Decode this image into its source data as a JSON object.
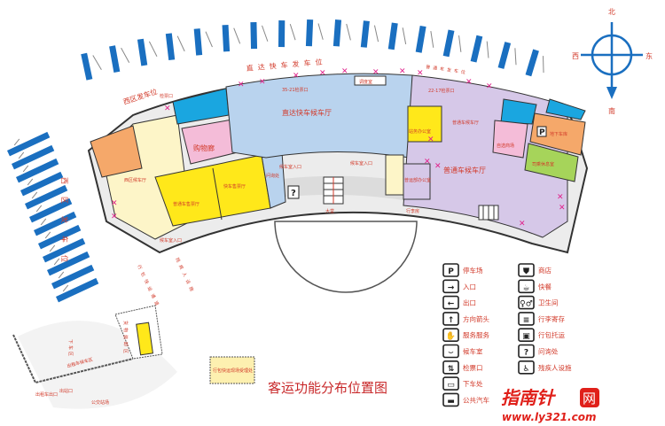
{
  "title": "客运功能分布位置图",
  "compass": {
    "north": "北",
    "south": "南",
    "east": "东",
    "west": "西"
  },
  "areas": {
    "express_hall": "直达快车候车厅",
    "regular_hall": "普通车候车厅",
    "regular_hall_small": "普通车候车厅",
    "west_hall": "西区候车厅",
    "shopping": "购物廊",
    "inquiry": "问询处",
    "regular_ticket_hall": "普通车售票厅",
    "express_ticket_hall": "快车售票厅",
    "service_office": "站务办公室",
    "regular_office": "普运部办公室",
    "supermarket": "自选商场",
    "driver_rest": "司乘休息室",
    "underground_parking": "地下车库",
    "lobby": "大堂",
    "dispatch": "调度室",
    "waiting_entrance_1": "候车室入口",
    "waiting_entrance_2": "候车室入口",
    "waiting_entrance_3": "候车室入口",
    "luggage_room": "行李房",
    "checkin": "检票口"
  },
  "bays": {
    "west_departure": "西区发车位",
    "west_departure_vertical": "西区发车位",
    "express_departure": "直达快车发车位",
    "regular_departure": "普通车发车位",
    "express_gates": "35-21检票口",
    "regular_gates": "22-17检票口",
    "luggage_channel": "行包快运通道",
    "disabled_facility": "残疾人设施",
    "cargo_area": "货物装卸区",
    "dropoff": "下车区",
    "taxi_waiting": "出租车候车区",
    "taxi_exit": "出租车出口",
    "exit": "出站口",
    "bus_stop": "公交站场",
    "parcel_office": "行包快运现场受理处"
  },
  "legend": [
    {
      "icon": "parking-icon",
      "glyph": "P",
      "label": "停车场"
    },
    {
      "icon": "entrance-icon",
      "glyph": "→",
      "label": "入口"
    },
    {
      "icon": "exit-icon",
      "glyph": "←",
      "label": "出口"
    },
    {
      "icon": "arrow-up-icon",
      "glyph": "↑",
      "label": "方向箭头"
    },
    {
      "icon": "service-icon",
      "glyph": "✋",
      "label": "服务服务"
    },
    {
      "icon": "waiting-room-icon",
      "glyph": "⌣",
      "label": "候车室"
    },
    {
      "icon": "ticket-check-icon",
      "glyph": "⇅",
      "label": "检票口"
    },
    {
      "icon": "dropoff-icon",
      "glyph": "▭",
      "label": "下车处"
    },
    {
      "icon": "bus-icon",
      "glyph": "▬",
      "label": "公共汽车"
    },
    {
      "icon": "shop-icon",
      "glyph": "⛊",
      "label": "商店"
    },
    {
      "icon": "fast-food-icon",
      "glyph": "☕",
      "label": "快餐"
    },
    {
      "icon": "restroom-icon",
      "glyph": "♀♂",
      "label": "卫生间"
    },
    {
      "icon": "luggage-storage-icon",
      "glyph": "≡",
      "label": "行李寄存"
    },
    {
      "icon": "parcel-icon",
      "glyph": "▣",
      "label": "行包托运"
    },
    {
      "icon": "question-icon",
      "glyph": "?",
      "label": "问询处"
    },
    {
      "icon": "wheelchair-icon",
      "glyph": "♿",
      "label": "残疾人设施"
    }
  ],
  "watermark": {
    "brand": "指南针",
    "seal": "网",
    "url": "www.ly321.com"
  },
  "colors": {
    "stall": "#1a6fc0",
    "express": "#b9d3ee",
    "regular": "#d6c8e8",
    "ticket": "#ffe81a",
    "west": "#fdf5c8",
    "shopping": "#f4bcd8",
    "parking": "#f5a86a",
    "rest": "#a6d45a",
    "restroom": "#1aa6e0",
    "gate": "#e0208a"
  }
}
